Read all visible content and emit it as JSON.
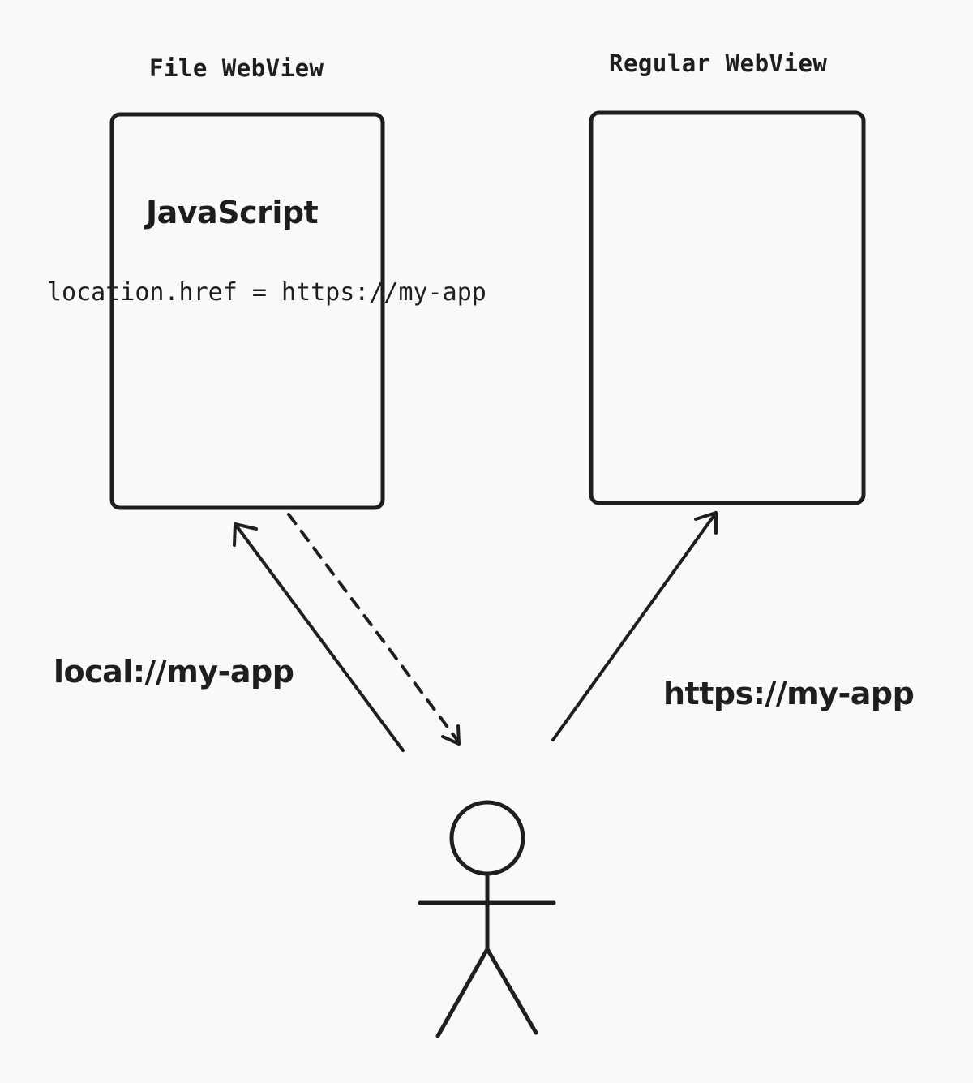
{
  "file_webview": {
    "title": "File WebView",
    "language_label": "JavaScript",
    "code": "location.href = https://my-app"
  },
  "regular_webview": {
    "title": "Regular WebView"
  },
  "edges": {
    "local_label": "local://my-app",
    "https_label": "https://my-app"
  },
  "actor": {
    "icon": "stick-figure-icon"
  },
  "colors": {
    "background": "#f8f9fb",
    "stroke": "#1e1e1e"
  }
}
